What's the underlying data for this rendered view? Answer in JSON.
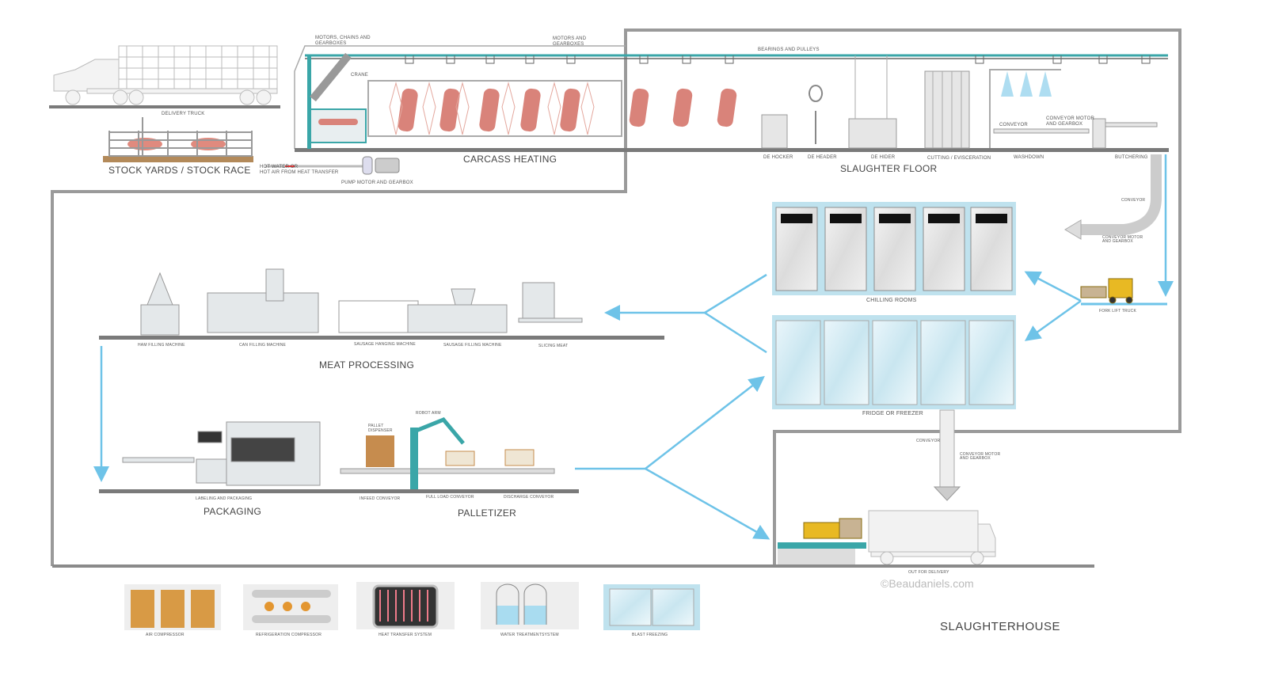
{
  "colors": {
    "frame": "#9a9a9a",
    "flow_arrow": "#6ec3e8",
    "rail": "#3aa6a8",
    "meat": "#d9837a",
    "floor": "#777777",
    "room_frame": "#bfe2ee",
    "forklift": "#e8b923"
  },
  "sections": {
    "stock_yards": {
      "title": "STOCK YARDS / STOCK RACE",
      "delivery_truck": "DELIVERY TRUCK"
    },
    "carcass_heating": {
      "title": "CARCASS HEATING",
      "motors_chains": "MOTORS, CHAINS AND\nGEARBOXES",
      "crane": "CRANE",
      "motors_gearboxes": "MOTORS AND\nGEARBOXES",
      "hot_water": "HOT WATER OR\nHOT AIR FROM HEAT TRANSFER",
      "pump": "PUMP MOTOR AND GEARBOX"
    },
    "slaughter_floor": {
      "title": "SLAUGHTER FLOOR",
      "bearings": "BEARINGS AND PULLEYS",
      "de_hocker": "DE HOCKER",
      "de_header": "DE HEADER",
      "de_hider": "DE HIDER",
      "cutting": "CUTTING / EVISCERATION",
      "washdown": "WASHDOWN",
      "conveyor": "CONVEYOR",
      "conveyor_motor": "CONVEYOR MOTOR\nAND GEARBOX",
      "butchering": "BUTCHERING"
    },
    "storage": {
      "chilling_rooms": "CHILLING ROOMS",
      "fridge_freezer": "FRIDGE OR FREEZER",
      "conveyor": "CONVEYOR",
      "conveyor_motor": "CONVEYOR MOTOR\nAND GEARBOX",
      "fork_lift": "FORK LIFT TRUCK",
      "conveyor_bottom": "CONVEYOR",
      "conveyor_motor_bottom": "CONVEYOR MOTOR\nAND GEARBOX",
      "out_for_delivery": "OUT FOR DELIVERY"
    },
    "meat_processing": {
      "title": "MEAT PROCESSING",
      "machines": [
        "HAM FILLING MACHINE",
        "CAN FILLING MACHINE",
        "SAUSAGE HANGING MACHINE",
        "SAUSAGE FILLING MACHINE",
        "SLICING MEAT"
      ]
    },
    "packaging": {
      "title": "PACKAGING",
      "labeling": "LABELING AND PACKAGING"
    },
    "palletizer": {
      "title": "PALLETIZER",
      "pallet_dispenser": "PALLET\nDISPENSER",
      "robot_arm": "ROBOT ARM",
      "infeed": "INFEED CONVEYOR",
      "full_load": "FULL LOAD CONVEYOR",
      "discharge": "DISCHARGE CONVEYOR"
    },
    "utilities": [
      "AIR COMPRESSOR",
      "REFRIGERATION COMPRESSOR",
      "HEAT TRANSFER SYSTEM",
      "WATER TREATMENTSYSTEM",
      "BLAST FREEZING"
    ]
  },
  "copyright": "©Beaudaniels.com",
  "main_title": "SLAUGHTERHOUSE"
}
